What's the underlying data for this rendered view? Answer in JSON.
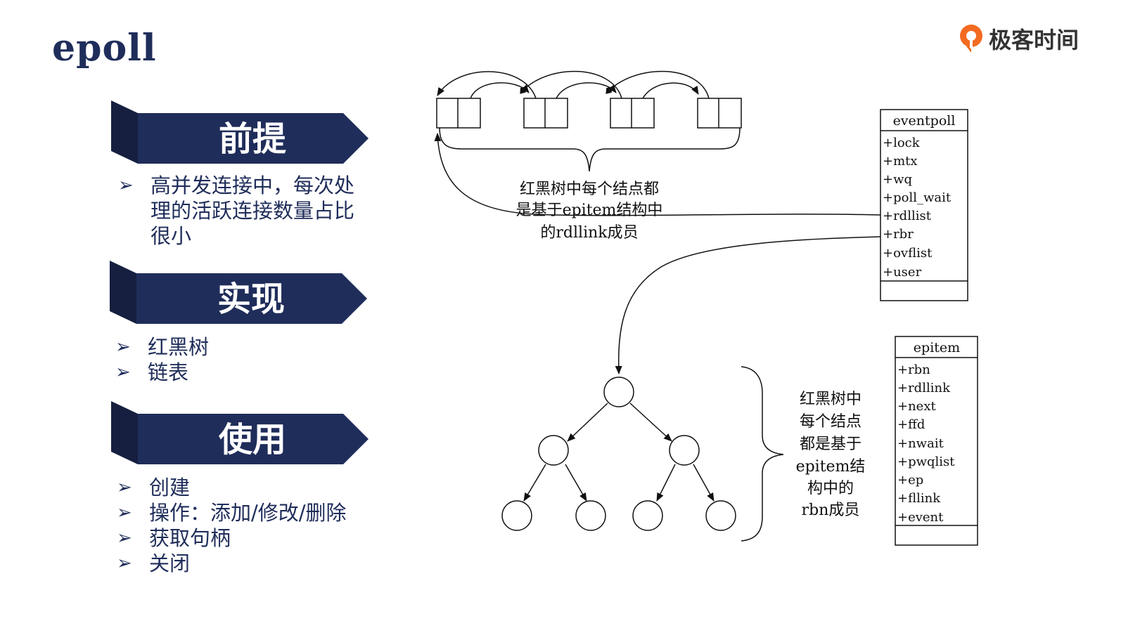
{
  "title": "epoll",
  "logo": {
    "text": "极客时间",
    "icon": "geektime-logo-icon",
    "color": "#f26b21"
  },
  "colors": {
    "navy": "#1f2d5a",
    "navy_dark": "#161f3f"
  },
  "sections": [
    {
      "heading": "前提",
      "items": [
        "高并发连接中，每次处理的活跃连接数量占比很小"
      ]
    },
    {
      "heading": "实现",
      "items": [
        "红黑树",
        "链表"
      ]
    },
    {
      "heading": "使用",
      "items": [
        "创建",
        "操作：添加/修改/删除",
        "获取句柄",
        "关闭"
      ]
    }
  ],
  "section1_lines": [
    "高并发连接中，每次处",
    "理的活跃连接数量占比",
    "很小"
  ],
  "bullet_icon": "arrow-bullet-icon",
  "diagram": {
    "list_caption": [
      "红黑树中每个结点都",
      "是基于epitem结构中",
      "的rdllink成员"
    ],
    "tree_caption": [
      "红黑树中",
      "每个结点",
      "都是基于",
      "epitem结",
      "构中的",
      "rbn成员"
    ],
    "eventpoll": {
      "name": "eventpoll",
      "fields": [
        "+lock",
        "+mtx",
        "+wq",
        "+poll_wait",
        "+rdllist",
        "+rbr",
        "+ovflist",
        "+user"
      ]
    },
    "epitem": {
      "name": "epitem",
      "fields": [
        "+rbn",
        "+rdllink",
        "+next",
        "+ffd",
        "+nwait",
        "+pwqlist",
        "+ep",
        "+fllink",
        "+event"
      ]
    }
  }
}
